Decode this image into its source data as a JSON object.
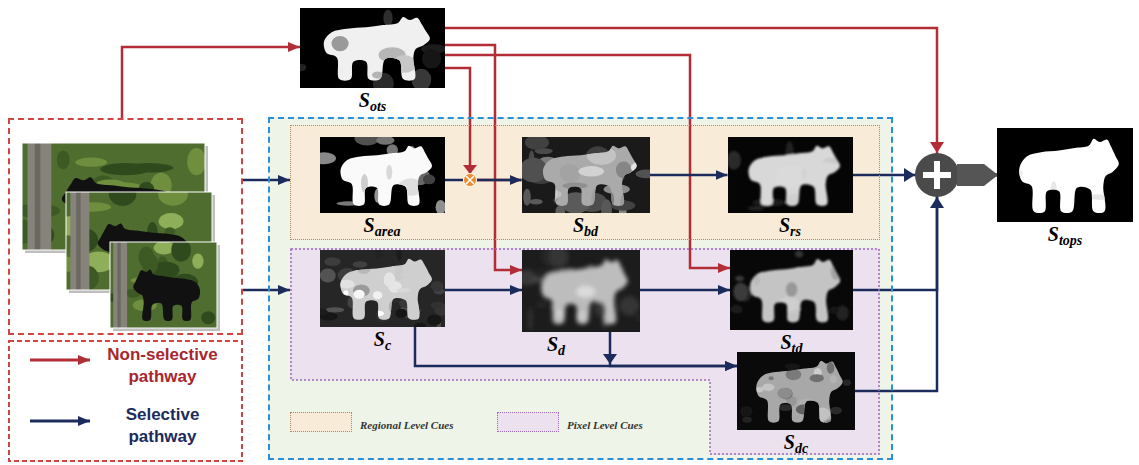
{
  "diagram": {
    "nodes": [
      {
        "text": []
      },
      {
        "text": [
          "Sots"
        ]
      },
      {
        "text": []
      },
      {
        "text": [],
        "in": 2
      },
      {
        "text": [
          "Sarea"
        ],
        "in": 3
      },
      {
        "text": [
          "Sbd"
        ],
        "in": 3
      },
      {
        "text": [
          "Srs"
        ],
        "in": 3
      },
      {
        "text": [],
        "in": 2
      },
      {
        "text": [
          "Sc"
        ],
        "in": 7
      },
      {
        "text": [
          "Sd"
        ],
        "in": 7
      },
      {
        "text": [
          "Std"
        ],
        "in": 7
      },
      {
        "text": [
          "Sdc"
        ],
        "in": 7
      },
      {
        "text": [
          "Stops"
        ]
      }
    ],
    "edges": [
      {
        "from": 0,
        "to": 1,
        "arrow": "to"
      },
      {
        "from": 0,
        "to": 3,
        "arrow": "to"
      },
      {
        "from": 0,
        "to": 7,
        "arrow": "to"
      },
      {
        "from": 1,
        "to": 5,
        "arrow": "to"
      },
      {
        "from": 1,
        "to": 9,
        "arrow": "to"
      },
      {
        "from": 1,
        "to": 10,
        "arrow": "to"
      },
      {
        "from": 1,
        "to": 12,
        "arrow": "to"
      },
      {
        "from": 4,
        "to": 5,
        "arrow": "to"
      },
      {
        "from": 5,
        "to": 6,
        "arrow": "to"
      },
      {
        "from": 6,
        "to": 12,
        "arrow": "to"
      },
      {
        "from": 8,
        "to": 9,
        "arrow": "to"
      },
      {
        "from": 8,
        "to": 11,
        "arrow": "to"
      },
      {
        "from": 9,
        "to": 10,
        "arrow": "to"
      },
      {
        "from": 9,
        "to": 11,
        "arrow": "to"
      },
      {
        "from": 10,
        "to": 12,
        "arrow": "to"
      },
      {
        "from": 11,
        "to": 12,
        "arrow": "to"
      }
    ],
    "legend": [
      {
        "text": "Non-selective pathway"
      },
      {
        "text": "Selective pathway"
      },
      {
        "text": "Regional Level Cues",
        "color": "#f8ecd9"
      },
      {
        "text": "Pixel Level Cues",
        "color": "#ece1ef"
      }
    ]
  }
}
